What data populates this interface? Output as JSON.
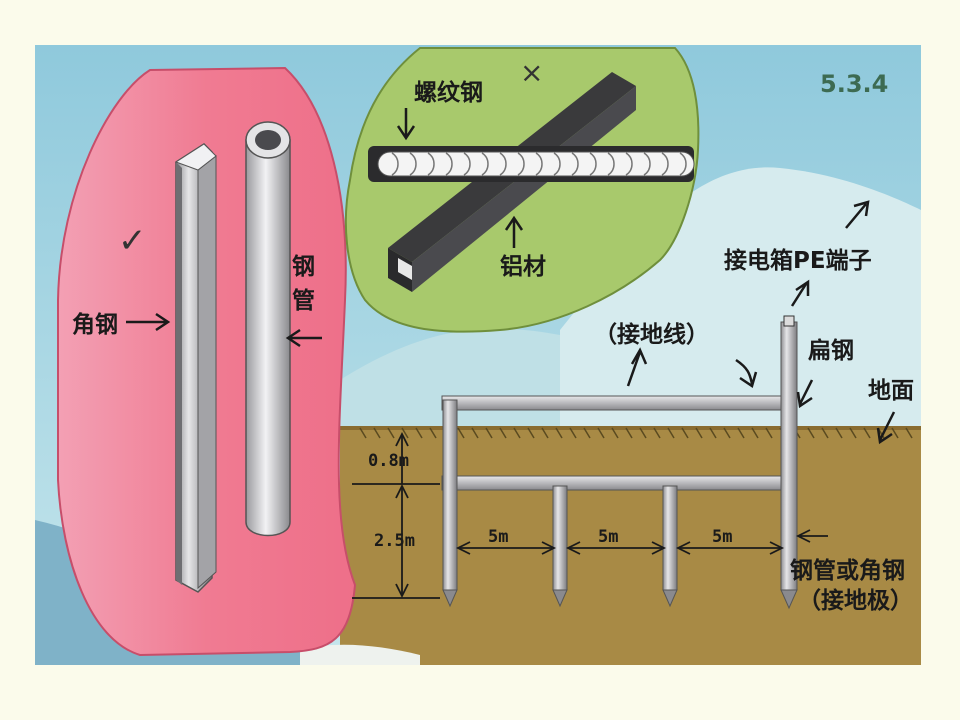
{
  "figure_number": "5.3.4",
  "inset_left": {
    "mark": "✓",
    "angle_steel": "角钢",
    "steel_pipe": "钢管"
  },
  "inset_top": {
    "mark": "×",
    "rebar": "螺纹钢",
    "aluminum": "铝材"
  },
  "main": {
    "pe_terminal": "接电箱PE端子",
    "ground_wire": "（接地线）",
    "flat_steel": "扁钢",
    "ground_surface": "地面",
    "depth_top": "0.8m",
    "depth_rod": "2.5m",
    "spacing_1": "5m",
    "spacing_2": "5m",
    "spacing_3": "5m",
    "electrode_line1": "钢管或角钢",
    "electrode_line2": "（接地极）"
  },
  "colors": {
    "sky": "#a9d7e3",
    "soil": "#a88a45",
    "pink_inset": "#f07b92",
    "green_inset": "#a8c96c",
    "steel": "#b9b9bb"
  }
}
